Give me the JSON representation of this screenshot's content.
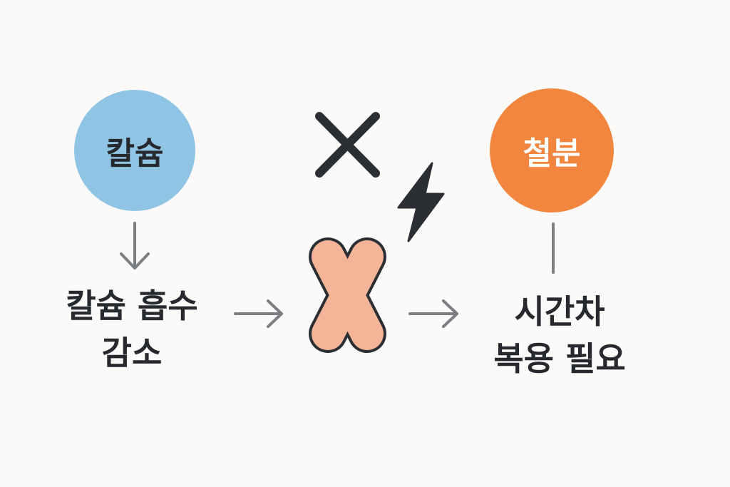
{
  "nodes": {
    "calcium": {
      "label": "칼슘",
      "fill": "#90c4e4",
      "text_color": "#26292e"
    },
    "iron": {
      "label": "철분",
      "fill": "#f3863f",
      "text_color": "#ffffff"
    }
  },
  "left_text": {
    "line1": "칼슘 흡수",
    "line2": "감소"
  },
  "right_text": {
    "line1": "시간차",
    "line2": "복용 필요"
  },
  "icons": {
    "cross_mark": "x-mark-icon",
    "lightning": "lightning-bolt-icon",
    "conflict_x": "conflict-x-icon",
    "arrows": [
      "arrow-down-icon",
      "arrow-right-icon",
      "arrow-right-icon"
    ]
  },
  "colors": {
    "arrow": "#7b7f84",
    "dark": "#2b2f34",
    "conflict_fill": "#f3b497",
    "background": "#fbfaf8"
  }
}
